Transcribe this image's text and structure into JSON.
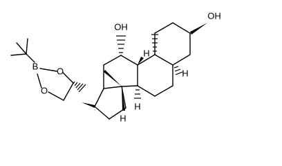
{
  "molecule": {
    "labels": {
      "B": "B",
      "O1": "O",
      "O2": "O",
      "OH_c11": "OH",
      "OH_c3": "OH",
      "H_c9": "H",
      "H_c5": "H",
      "H_c8": "H",
      "H_c14": "H"
    }
  }
}
